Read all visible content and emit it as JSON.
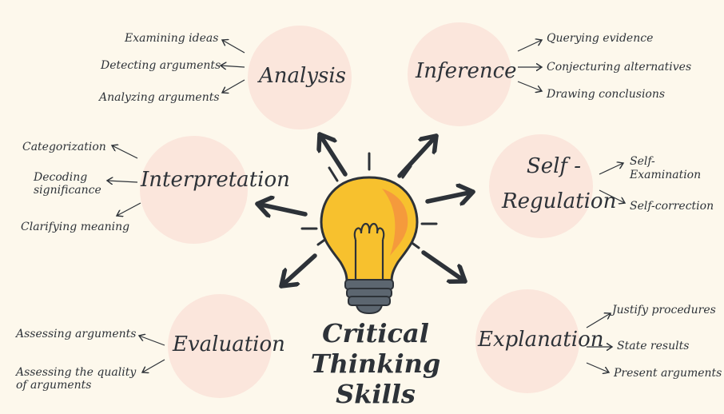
{
  "title": [
    "Critical",
    "Thinking Skills"
  ],
  "skills": {
    "analysis": {
      "label": "Analysis",
      "items": [
        "Examining ideas",
        "Detecting arguments",
        "Analyzing  arguments"
      ]
    },
    "inference": {
      "label": "Inference",
      "items": [
        "Querying evidence",
        "Conjecturing alternatives",
        "Drawing conclusions"
      ]
    },
    "interpretation": {
      "label": "Interpretation",
      "items": [
        "Categorization",
        "Decoding significance",
        "Clarifying meaning"
      ]
    },
    "self_regulation": {
      "label": "Self - Regulation",
      "items": [
        "Self-Examination",
        "Self-correction"
      ]
    },
    "evaluation": {
      "label": "Evaluation",
      "items": [
        "Assessing arguments",
        "Assessing the quality of arguments"
      ]
    },
    "explanation": {
      "label": "Explanation",
      "items": [
        "Justify procedures",
        "State results",
        "Present arguments"
      ]
    }
  },
  "colors": {
    "background": "#fdf8ec",
    "circle": "#fbe6dc",
    "bulb": "#f7c12e",
    "bulb_highlight": "#f59a3c",
    "base": "#5c6670",
    "ink": "#2d3238"
  }
}
